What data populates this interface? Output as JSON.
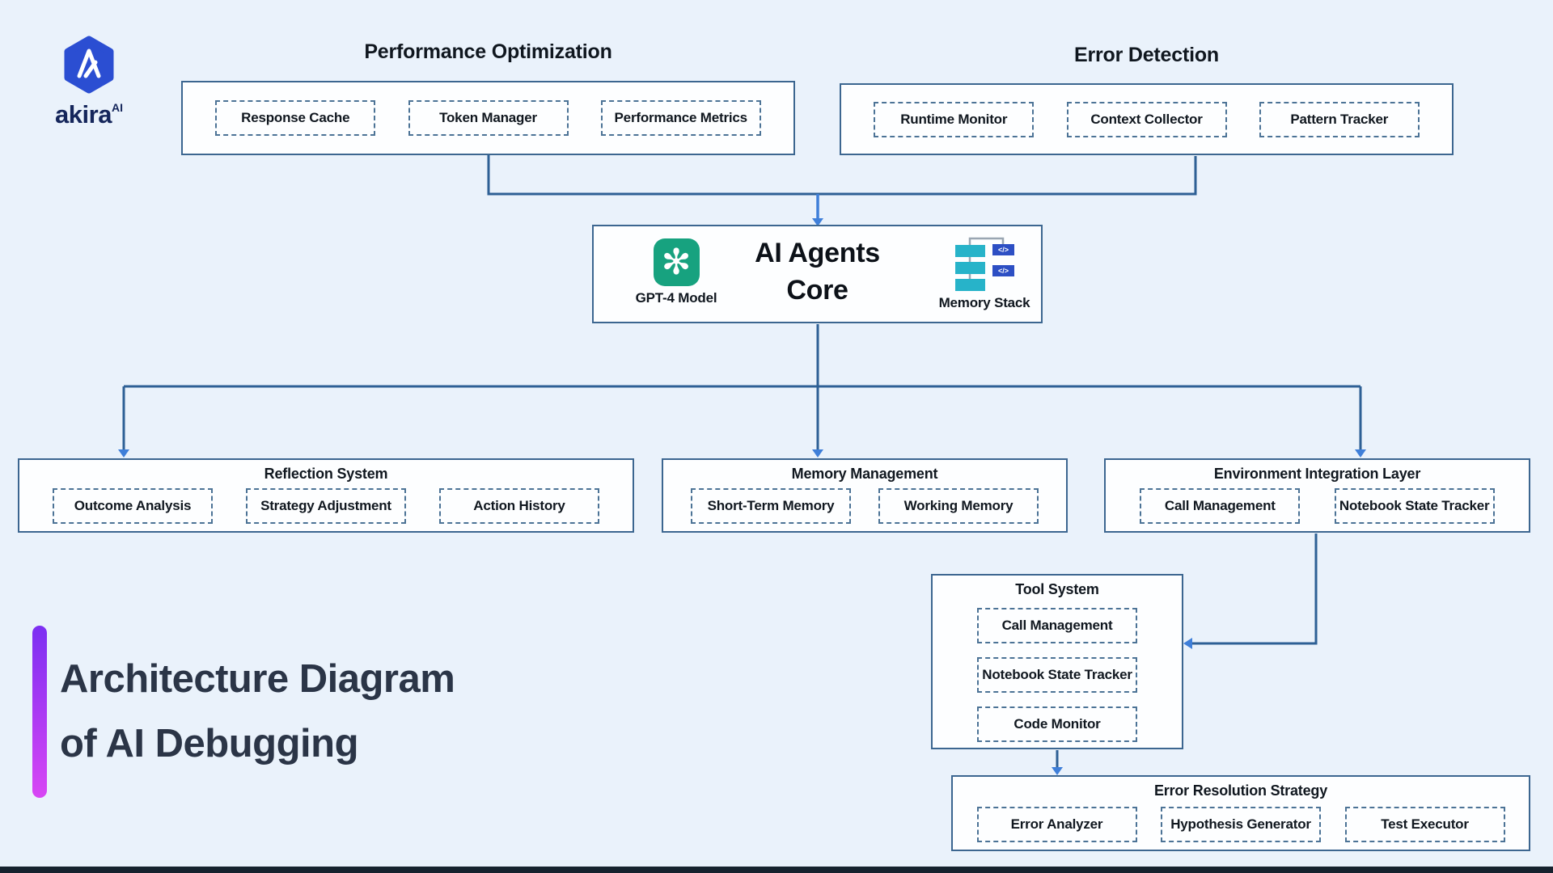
{
  "brand": {
    "wordmark": "akira",
    "superscript": "AI"
  },
  "heading": {
    "line1": "Architecture Diagram",
    "line2": "of AI Debugging"
  },
  "groups": {
    "performance": {
      "title": "Performance Optimization",
      "items": [
        "Response Cache",
        "Token Manager",
        "Performance Metrics"
      ]
    },
    "error_detection": {
      "title": "Error Detection",
      "items": [
        "Runtime Monitor",
        "Context Collector",
        "Pattern Tracker"
      ]
    },
    "core": {
      "title_line1": "AI Agents",
      "title_line2": "Core",
      "left_label": "GPT-4 Model",
      "right_label": "Memory Stack"
    },
    "reflection": {
      "title": "Reflection System",
      "items": [
        "Outcome Analysis",
        "Strategy Adjustment",
        "Action History"
      ]
    },
    "memory": {
      "title": "Memory Management",
      "items": [
        "Short-Term Memory",
        "Working Memory"
      ]
    },
    "environment": {
      "title": "Environment Integration Layer",
      "items": [
        "Call Management",
        "Notebook State Tracker"
      ]
    },
    "tool_system": {
      "title": "Tool System",
      "items": [
        "Call Management",
        "Notebook State Tracker",
        "Code Monitor"
      ]
    },
    "error_resolution": {
      "title": "Error Resolution Strategy",
      "items": [
        "Error Analyzer",
        "Hypothesis Generator",
        "Test Executor"
      ]
    }
  },
  "icons": {
    "gpt": "openai-logo",
    "gpt_glyph": "✻",
    "memory": "memory-stack",
    "code_glyph": "</>"
  },
  "colors": {
    "background": "#eaf2fb",
    "box_border": "#3c6690",
    "dashed_border": "#4c7396",
    "connector": "#2e6095",
    "arrow": "#3f7fd9",
    "gpt_green": "#17a27f",
    "stack_teal": "#27b3c9",
    "stack_indigo": "#2d4fc4",
    "brand_blue": "#2b4ed2",
    "brand_navy": "#15265b",
    "heading_text": "#2b3547",
    "bar_gradient_start": "#7c2ff2",
    "bar_gradient_end": "#d846f4",
    "bottom_bar": "#16222e"
  }
}
